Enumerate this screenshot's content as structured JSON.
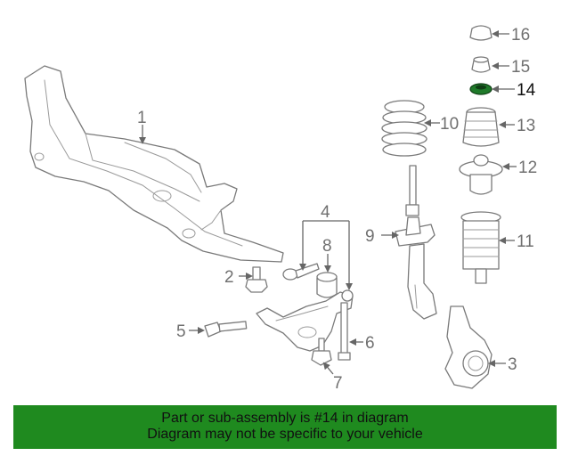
{
  "callouts": [
    {
      "id": "1",
      "label": "1"
    },
    {
      "id": "2",
      "label": "2"
    },
    {
      "id": "3",
      "label": "3"
    },
    {
      "id": "4",
      "label": "4"
    },
    {
      "id": "5",
      "label": "5"
    },
    {
      "id": "6",
      "label": "6"
    },
    {
      "id": "7",
      "label": "7"
    },
    {
      "id": "8",
      "label": "8"
    },
    {
      "id": "9",
      "label": "9"
    },
    {
      "id": "10",
      "label": "10"
    },
    {
      "id": "11",
      "label": "11"
    },
    {
      "id": "12",
      "label": "12"
    },
    {
      "id": "13",
      "label": "13"
    },
    {
      "id": "14",
      "label": "14"
    },
    {
      "id": "15",
      "label": "15"
    },
    {
      "id": "16",
      "label": "16"
    }
  ],
  "highlighted_part": "14",
  "highlight_color": "#1f7a2a",
  "banner": {
    "line1": "Part or sub-assembly is #14 in diagram",
    "line2": "Diagram may not be specific to your vehicle",
    "background": "#1f8a1f"
  }
}
